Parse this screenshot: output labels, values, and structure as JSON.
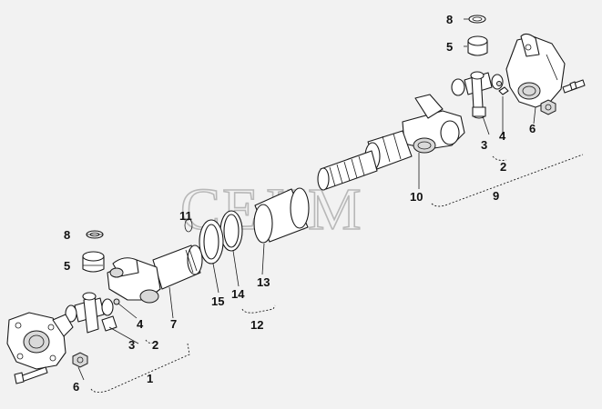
{
  "watermark": "CEJIM",
  "callouts": {
    "top_washer": "8",
    "top_cap": "5",
    "top_bearing_cap": "3",
    "top_grease": "4",
    "top_cross_group": "2",
    "top_flange": "6",
    "slip_yoke": "10",
    "group_9": "9",
    "snap_ring": "11",
    "left_washer": "8",
    "left_cap": "5",
    "left_grease": "4",
    "left_bearing_cap": "3",
    "left_cross_group": "2",
    "tube_yoke": "7",
    "left_flange": "6",
    "group_1": "1",
    "seal_15": "15",
    "seal_14": "14",
    "boot_13": "13",
    "group_12": "12"
  }
}
